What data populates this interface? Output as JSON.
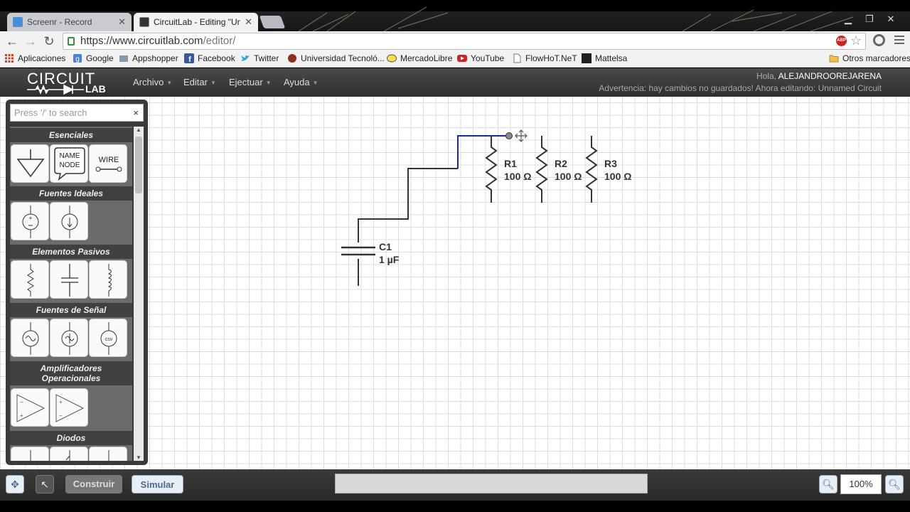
{
  "browser": {
    "tabs": [
      {
        "title": "Screenr - Record",
        "favicon_color": "#4a8fd6"
      },
      {
        "title": "CircuitLab - Editing \"Unna",
        "favicon_color": "#333333"
      }
    ],
    "url_host": "https://www.circuitlab.com",
    "url_path": "/editor/",
    "abp_label": "ABP",
    "bookmarks": [
      {
        "label": "Aplicaciones",
        "icon": "apps-grid-icon"
      },
      {
        "label": "Google",
        "icon": "google-icon"
      },
      {
        "label": "Appshopper",
        "icon": "appshopper-icon"
      },
      {
        "label": "Facebook",
        "icon": "facebook-icon"
      },
      {
        "label": "Twitter",
        "icon": "twitter-icon"
      },
      {
        "label": "Universidad Tecnoló...",
        "icon": "university-icon"
      },
      {
        "label": "MercadoLibre",
        "icon": "mercadolibre-icon"
      },
      {
        "label": "YouTube",
        "icon": "youtube-icon"
      },
      {
        "label": "FlowHoT.NeT",
        "icon": "page-icon"
      },
      {
        "label": "Mattelsa",
        "icon": "mattelsa-icon"
      }
    ],
    "other_bookmarks": "Otros marcadores"
  },
  "app": {
    "logo_top": "CIRCUIT",
    "logo_bottom": "LAB",
    "menus": [
      "Archivo",
      "Editar",
      "Ejectuar",
      "Ayuda"
    ],
    "greeting": "Hola,",
    "username": "ALEJANDROOREJARENA",
    "warning": "Advertencia: hay cambios no guardados! Ahora editando: Unnamed Circuit"
  },
  "sidebar": {
    "search_placeholder": "Press '/' to search",
    "clear_label": "×",
    "categories": [
      {
        "label": "Esenciales",
        "items": [
          "ground",
          "name-node",
          "wire"
        ]
      },
      {
        "label": "Fuentes Ideales",
        "items": [
          "voltage-source",
          "current-source"
        ]
      },
      {
        "label": "Elementos Pasivos",
        "items": [
          "resistor",
          "capacitor",
          "inductor"
        ]
      },
      {
        "label": "Fuentes de Señal",
        "items": [
          "ac-voltage-source",
          "ac-current-source",
          "csv-source"
        ]
      },
      {
        "label": "Amplificadores Operacionales",
        "items": [
          "opamp",
          "opamp-alt"
        ]
      },
      {
        "label": "Diodos",
        "items": [
          "diode",
          "zener",
          "led"
        ]
      }
    ],
    "name_node_text": "NAME\nNODE",
    "name_node_l1": "NAME",
    "name_node_l2": "NODE",
    "wire_text": "WIRE",
    "csv_text": "csv"
  },
  "circuit": {
    "components": [
      {
        "ref": "R1",
        "value": "100 Ω"
      },
      {
        "ref": "R2",
        "value": "100 Ω"
      },
      {
        "ref": "R3",
        "value": "100 Ω"
      },
      {
        "ref": "C1",
        "value": "1 µF"
      }
    ]
  },
  "toolbar": {
    "build_label": "Construir",
    "simulate_label": "Simular",
    "zoom": "100%"
  }
}
